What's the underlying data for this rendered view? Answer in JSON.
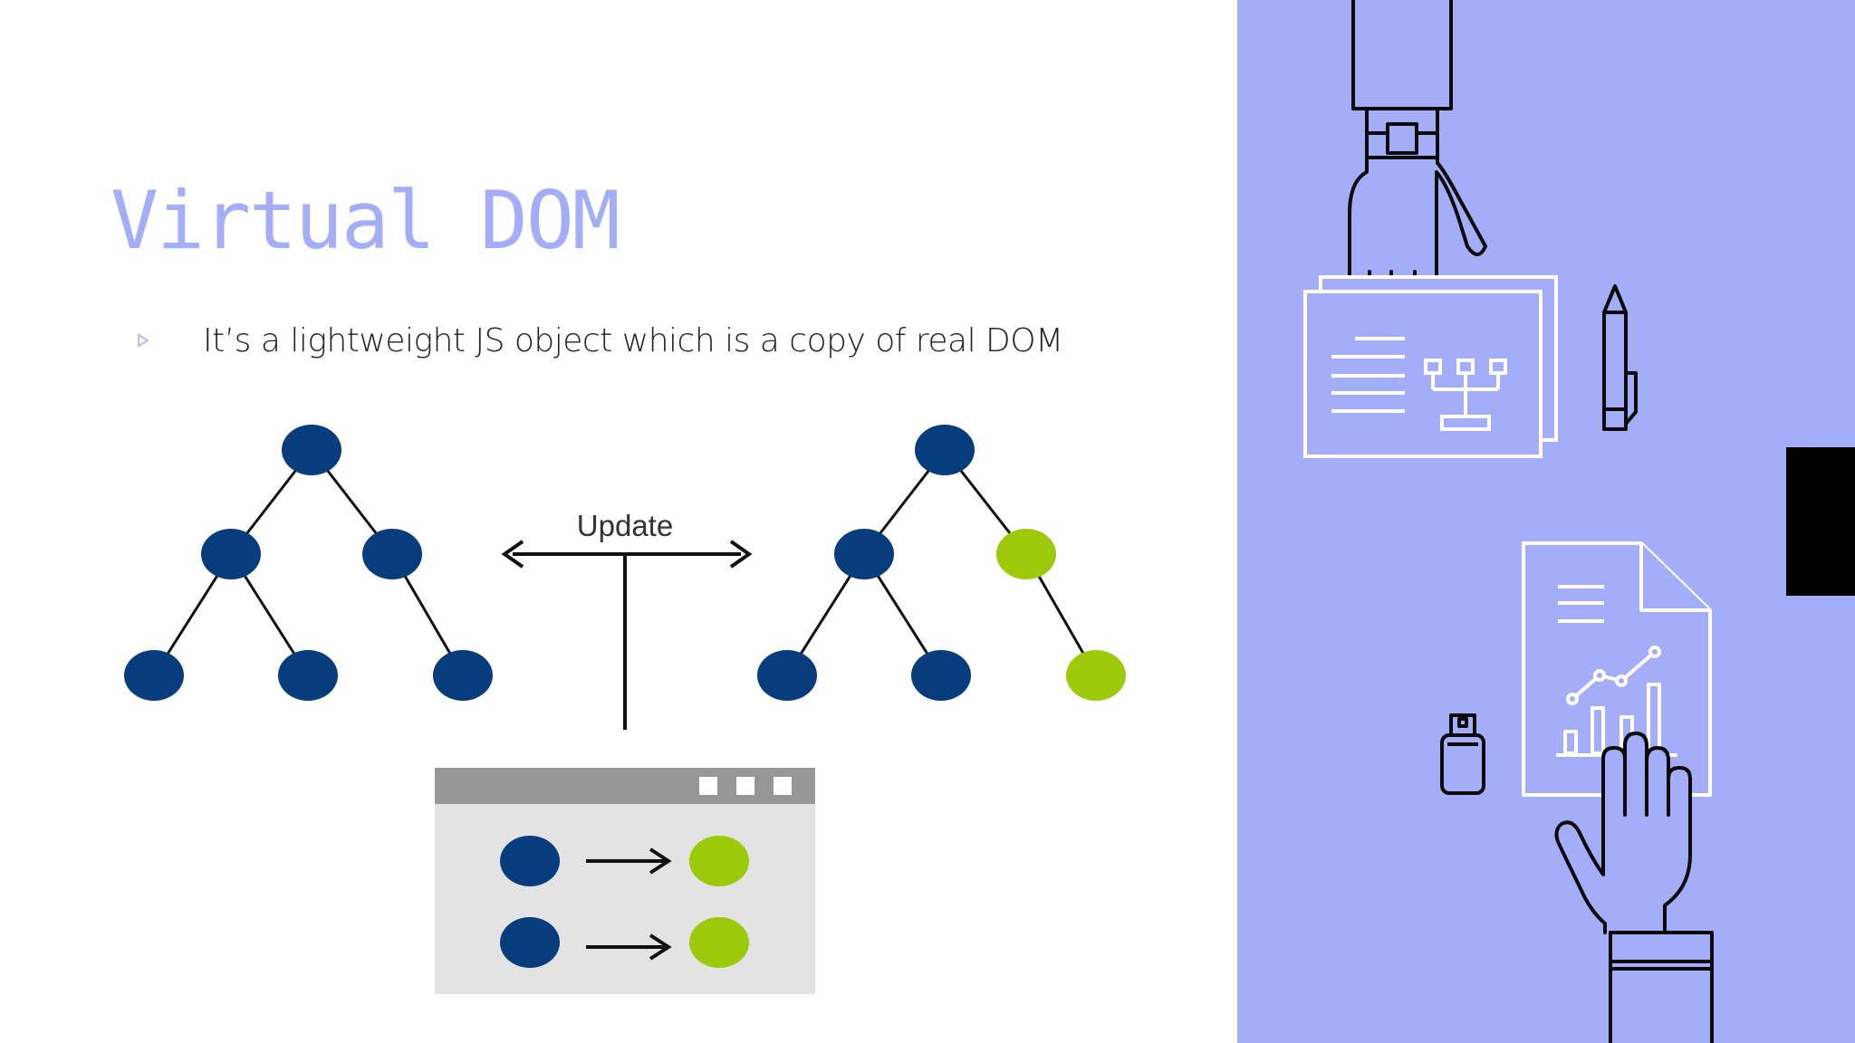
{
  "slide": {
    "title": "Virtual DOM",
    "bullets": [
      {
        "text": "It’s a lightweight JS object which is a copy of real DOM"
      }
    ]
  },
  "diagram": {
    "update_label": "Update"
  },
  "colors": {
    "title": "#a4adf8",
    "panel": "#a4adf8",
    "node_blue": "#073d7c",
    "node_green": "#9cc90a",
    "browser_bar": "#969696",
    "browser_body": "#e3e3e3"
  },
  "icons": [
    "hand-top-icon",
    "flowchart-document-icon",
    "pencil-icon",
    "usb-drive-icon",
    "chart-report-icon",
    "hand-bottom-icon"
  ]
}
